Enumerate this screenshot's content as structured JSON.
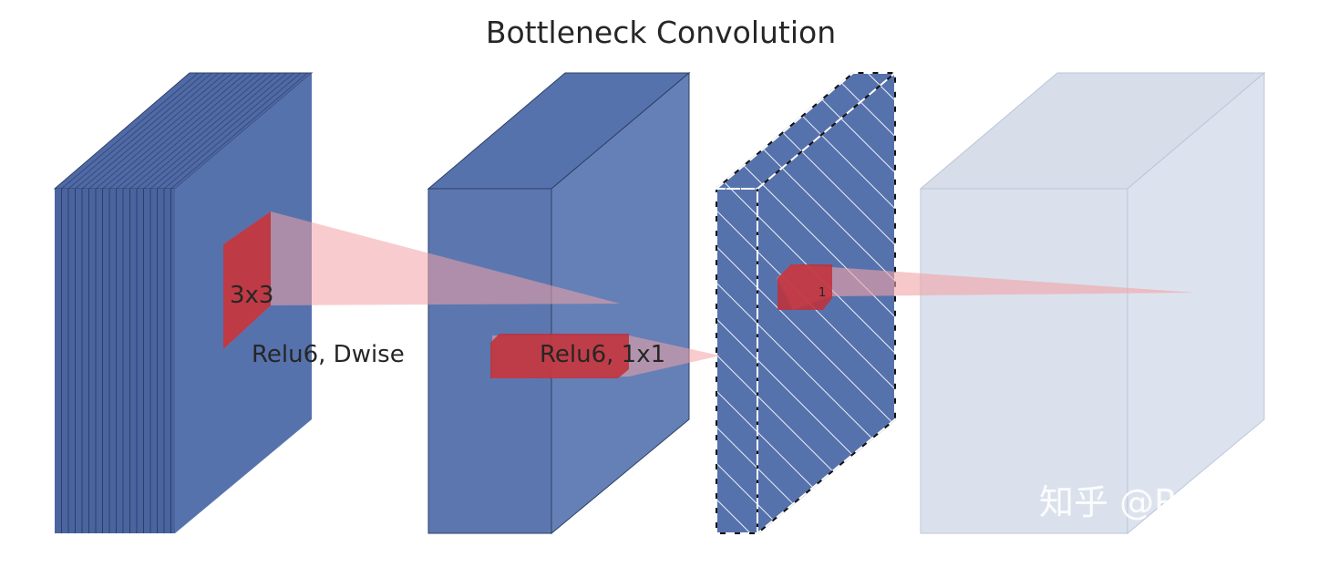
{
  "title": "Bottleneck Convolution",
  "labels": {
    "kernel_3x3": "3x3",
    "relu6_dwise": "Relu6, Dwise",
    "relu6_1x1": "Relu6, 1x1",
    "kernel_1": "1"
  },
  "watermark": "知乎 @R.JD",
  "colors": {
    "block_blue": "#5672ad",
    "block_blue_light": "#dae1ec",
    "kernel_red": "#c0313a",
    "projection_pink": "#f2a3a6"
  }
}
